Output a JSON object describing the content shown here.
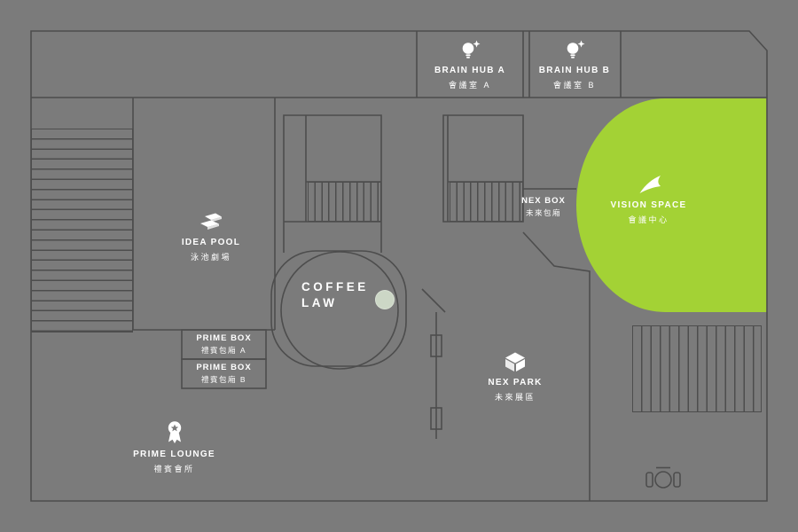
{
  "title": "venue-floor-plan",
  "colors": {
    "bg": "#7b7b7b",
    "line": "#4d4d4d",
    "green": "#a3d235",
    "text": "#ffffff",
    "logo": "#ccd7c6"
  },
  "areas": {
    "brain_hub_a": {
      "en": "BRAIN HUB A",
      "zh": "會議室 A",
      "icon": "lightbulb-sparkle"
    },
    "brain_hub_b": {
      "en": "BRAIN HUB B",
      "zh": "會議室 B",
      "icon": "lightbulb-sparkle"
    },
    "idea_pool": {
      "en": "IDEA POOL",
      "zh": "泳池劇場",
      "icon": "deck-slabs"
    },
    "coffee_law": {
      "line1": "COFFEE",
      "line2": "LAW",
      "icon": "round-logo"
    },
    "nex_box": {
      "en": "NEX BOX",
      "zh": "未來包廂"
    },
    "vision_space": {
      "en": "VISION SPACE",
      "zh": "會議中心",
      "icon": "cursor-swoosh",
      "highlight": "#a3d235"
    },
    "prime_box_a": {
      "en": "PRIME BOX",
      "zh": "禮賓包廂 A"
    },
    "prime_box_b": {
      "en": "PRIME BOX",
      "zh": "禮賓包廂 B"
    },
    "prime_lounge": {
      "en": "PRIME LOUNGE",
      "zh": "禮賓會所",
      "icon": "award-badge"
    },
    "nex_park": {
      "en": "NEX PARK",
      "zh": "未來展區",
      "icon": "cube-3d"
    }
  },
  "facilities": {
    "stairs": [
      "stairs-left",
      "stairs-center-a",
      "stairs-center-b",
      "stairs-right"
    ],
    "furniture": [
      "round-table"
    ]
  }
}
